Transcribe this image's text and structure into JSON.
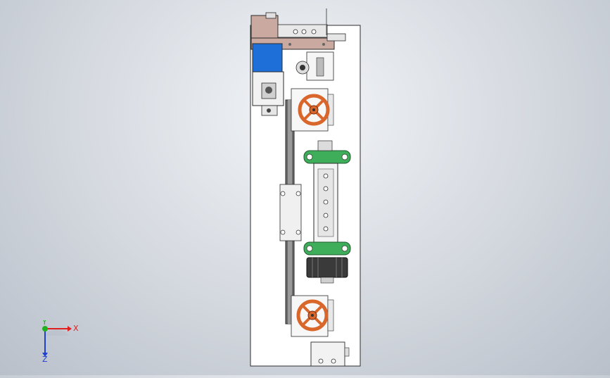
{
  "view": {
    "background_top": "#f2f4f7",
    "background_bottom": "#b9c0ca"
  },
  "triad": {
    "x_label": "X",
    "y_label": "Y",
    "z_label": "Z",
    "x_color": "#e02020",
    "y_color": "#20b020",
    "z_color": "#2040d0"
  },
  "model": {
    "plate_color": "#ffffff",
    "edge_color": "#2b2b2b",
    "handwheel_color": "#d9662a",
    "motor_color": "#1e6fd8",
    "bearing_color": "#3fae5a",
    "housing_color": "#c9a9a0"
  }
}
